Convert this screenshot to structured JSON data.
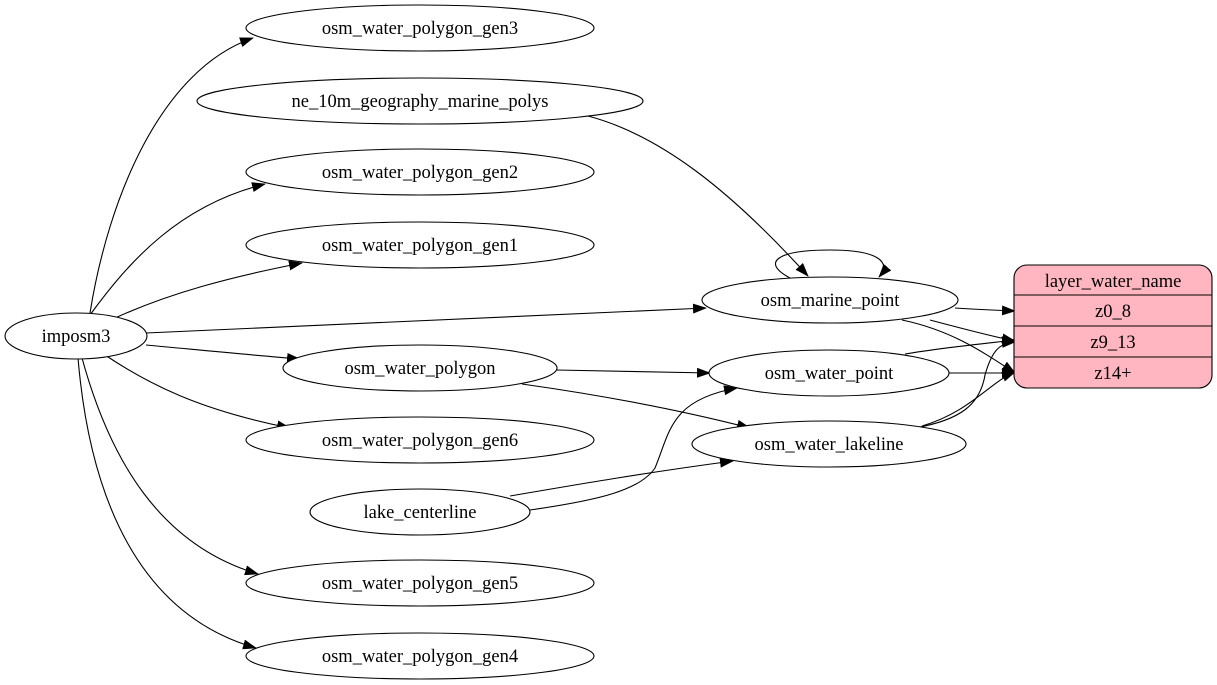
{
  "colors": {
    "record_fill": "#ffb6c1",
    "stroke": "#000000",
    "background": "#ffffff"
  },
  "nodes": {
    "imposm3": "imposm3",
    "osm_water_polygon_gen3": "osm_water_polygon_gen3",
    "ne_10m_geography_marine_polys": "ne_10m_geography_marine_polys",
    "osm_water_polygon_gen2": "osm_water_polygon_gen2",
    "osm_water_polygon_gen1": "osm_water_polygon_gen1",
    "osm_water_polygon": "osm_water_polygon",
    "osm_water_polygon_gen6": "osm_water_polygon_gen6",
    "lake_centerline": "lake_centerline",
    "osm_water_polygon_gen5": "osm_water_polygon_gen5",
    "osm_water_polygon_gen4": "osm_water_polygon_gen4",
    "osm_marine_point": "osm_marine_point",
    "osm_water_point": "osm_water_point",
    "osm_water_lakeline": "osm_water_lakeline"
  },
  "layer": {
    "title": "layer_water_name",
    "fields": [
      "z0_8",
      "z9_13",
      "z14+"
    ]
  },
  "edges": [
    {
      "from": "imposm3",
      "to": "osm_water_polygon_gen3"
    },
    {
      "from": "imposm3",
      "to": "osm_water_polygon_gen2"
    },
    {
      "from": "imposm3",
      "to": "osm_water_polygon_gen1"
    },
    {
      "from": "imposm3",
      "to": "osm_marine_point"
    },
    {
      "from": "imposm3",
      "to": "osm_water_polygon"
    },
    {
      "from": "imposm3",
      "to": "osm_water_polygon_gen6"
    },
    {
      "from": "imposm3",
      "to": "osm_water_polygon_gen5"
    },
    {
      "from": "imposm3",
      "to": "osm_water_polygon_gen4"
    },
    {
      "from": "ne_10m_geography_marine_polys",
      "to": "osm_marine_point"
    },
    {
      "from": "osm_marine_point",
      "to": "osm_marine_point"
    },
    {
      "from": "osm_marine_point",
      "to": "layer_water_name:z0_8"
    },
    {
      "from": "osm_marine_point",
      "to": "layer_water_name:z9_13"
    },
    {
      "from": "osm_marine_point",
      "to": "layer_water_name:z14+"
    },
    {
      "from": "osm_water_polygon",
      "to": "osm_water_point"
    },
    {
      "from": "osm_water_polygon",
      "to": "osm_water_lakeline"
    },
    {
      "from": "lake_centerline",
      "to": "osm_water_point"
    },
    {
      "from": "lake_centerline",
      "to": "osm_water_lakeline"
    },
    {
      "from": "osm_water_point",
      "to": "layer_water_name:z9_13"
    },
    {
      "from": "osm_water_point",
      "to": "layer_water_name:z14+"
    },
    {
      "from": "osm_water_lakeline",
      "to": "layer_water_name:z9_13"
    },
    {
      "from": "osm_water_lakeline",
      "to": "layer_water_name:z14+"
    }
  ]
}
